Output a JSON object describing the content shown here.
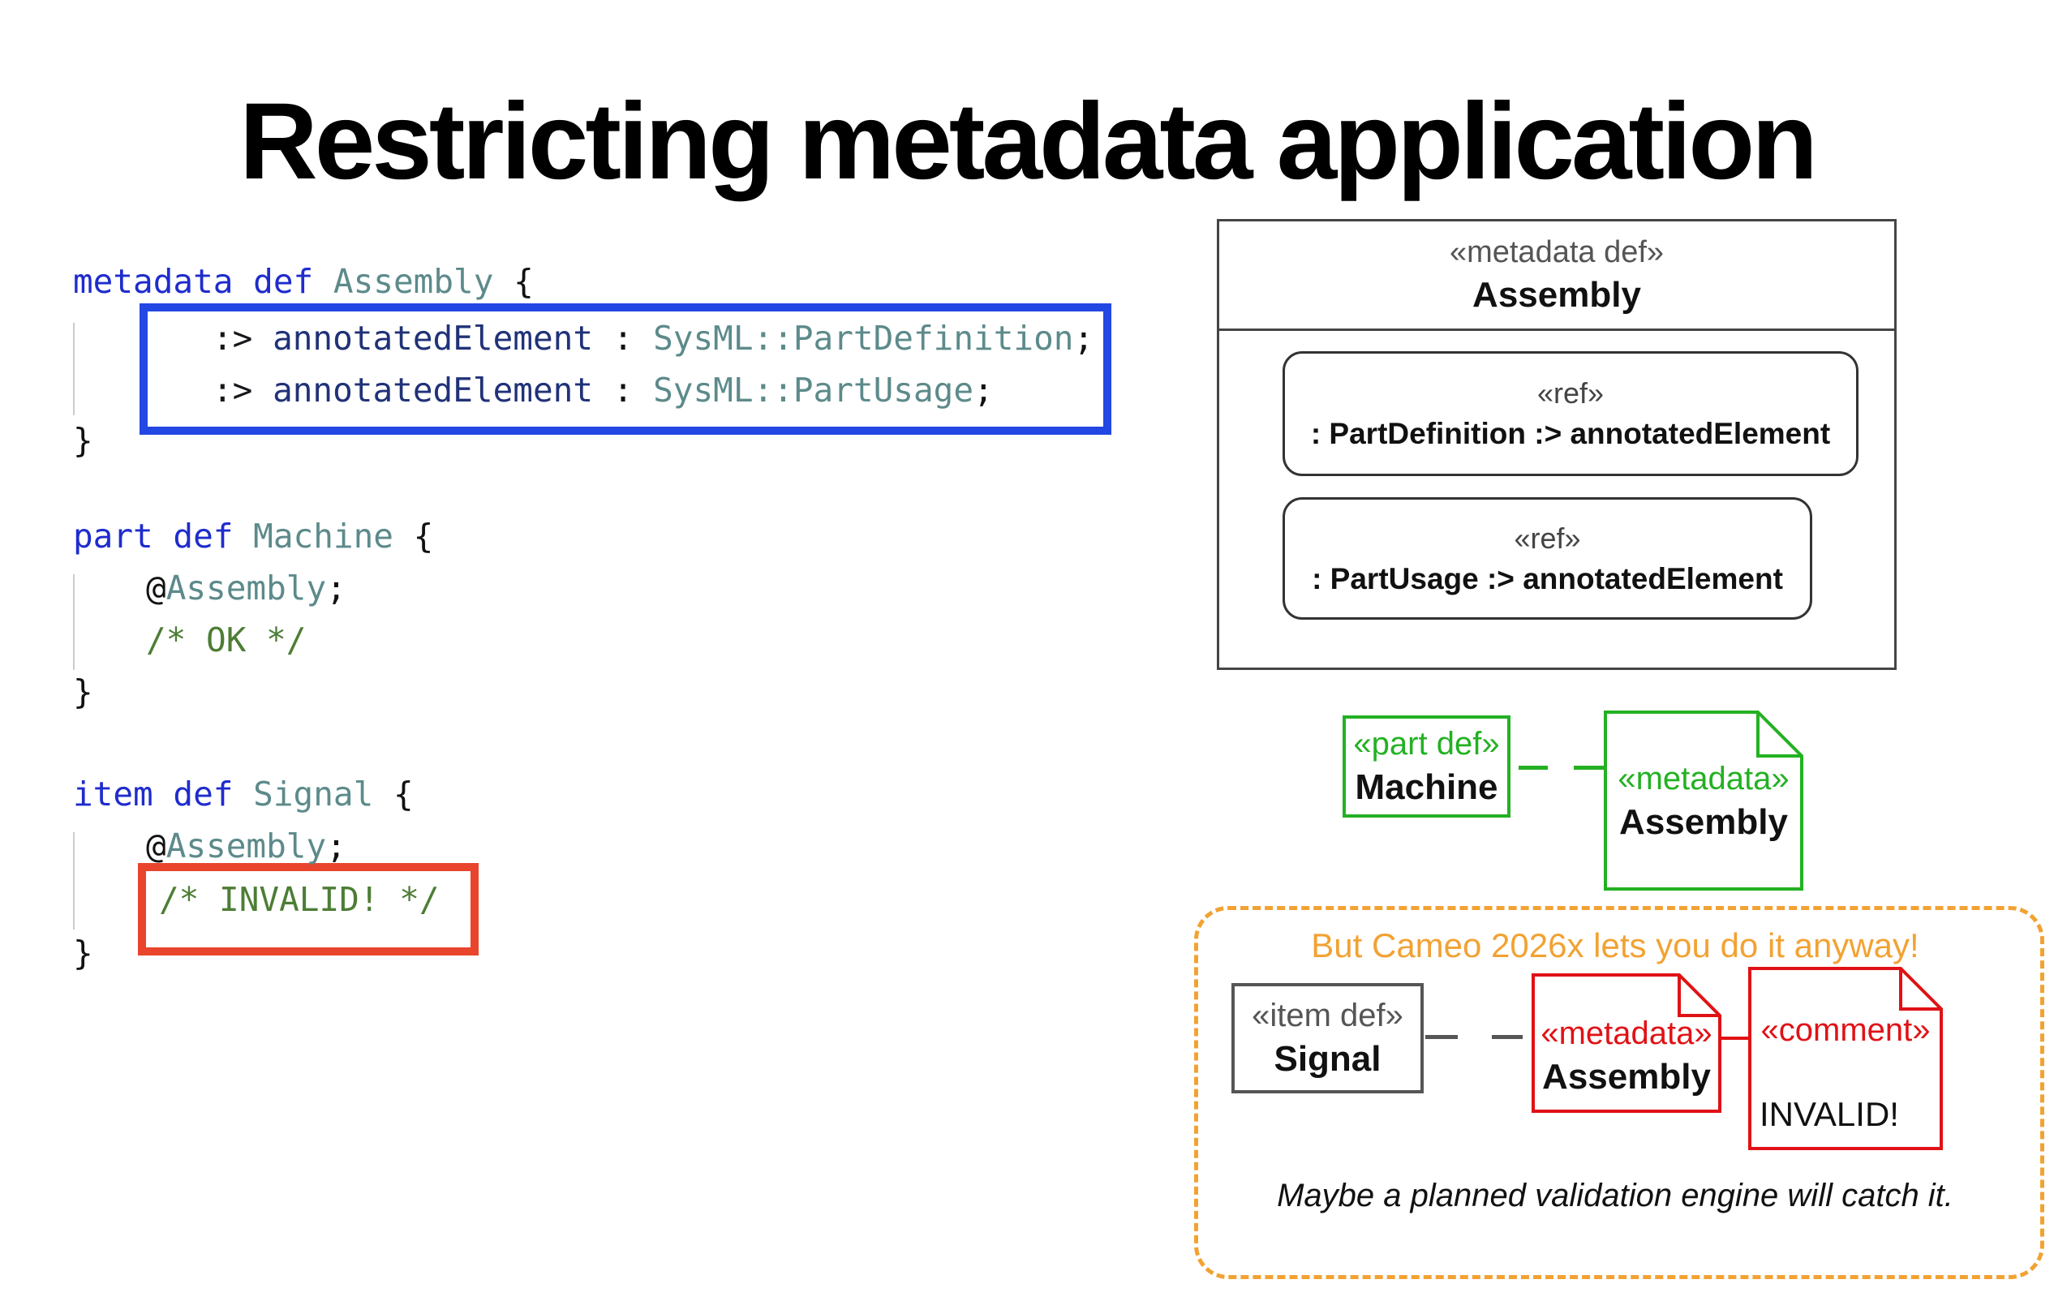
{
  "title": "Restricting metadata application",
  "colors": {
    "keyword_blue": "#1e2ccd",
    "identifier_navy": "#203278",
    "type_teal": "#5d8a8a",
    "comment_green": "#4d7d35",
    "highlight_blue_box": "#2247e3",
    "highlight_red_box": "#e8452c",
    "diagram_green": "#23b123",
    "diagram_red": "#e01216",
    "diagram_orange": "#f2a233",
    "diagram_gray": "#555555"
  },
  "code": {
    "assembly_def": {
      "keyword": "metadata def",
      "name": " Assembly",
      "open_brace": " {",
      "lines": [
        {
          "op": ":> ",
          "ident": "annotatedElement",
          "sep": " : ",
          "type": "SysML::PartDefinition",
          "semi": ";"
        },
        {
          "op": ":> ",
          "ident": "annotatedElement",
          "sep": " : ",
          "type": "SysML::PartUsage",
          "semi": ";"
        }
      ],
      "close_brace": "}"
    },
    "machine_def": {
      "keyword": "part def",
      "name": " Machine",
      "open_brace": " {",
      "at": "@",
      "annotation": "Assembly",
      "semi": ";",
      "comment": "/* OK */",
      "close_brace": "}"
    },
    "signal_def": {
      "keyword": "item def",
      "name": " Signal",
      "open_brace": " {",
      "at": "@",
      "annotation": "Assembly",
      "semi": ";",
      "comment": "/* INVALID! */",
      "close_brace": "}"
    }
  },
  "diagram": {
    "metadata_def_box": {
      "stereotype": "«metadata def»",
      "name": "Assembly",
      "refs": [
        {
          "stereotype": "«ref»",
          "label": ": PartDefinition :> annotatedElement"
        },
        {
          "stereotype": "«ref»",
          "label": ": PartUsage :> annotatedElement"
        }
      ]
    },
    "ok_example": {
      "part_box": {
        "stereotype": "«part def»",
        "name": "Machine"
      },
      "metadata_note": {
        "stereotype": "«metadata»",
        "name": "Assembly"
      }
    },
    "invalid_example": {
      "banner": "But Cameo 2026x lets you do it anyway!",
      "item_box": {
        "stereotype": "«item def»",
        "name": "Signal"
      },
      "metadata_note": {
        "stereotype": "«metadata»",
        "name": "Assembly"
      },
      "comment_note": {
        "stereotype": "«comment»",
        "body": "INVALID!"
      },
      "footnote": "Maybe a planned validation engine will catch it."
    }
  }
}
